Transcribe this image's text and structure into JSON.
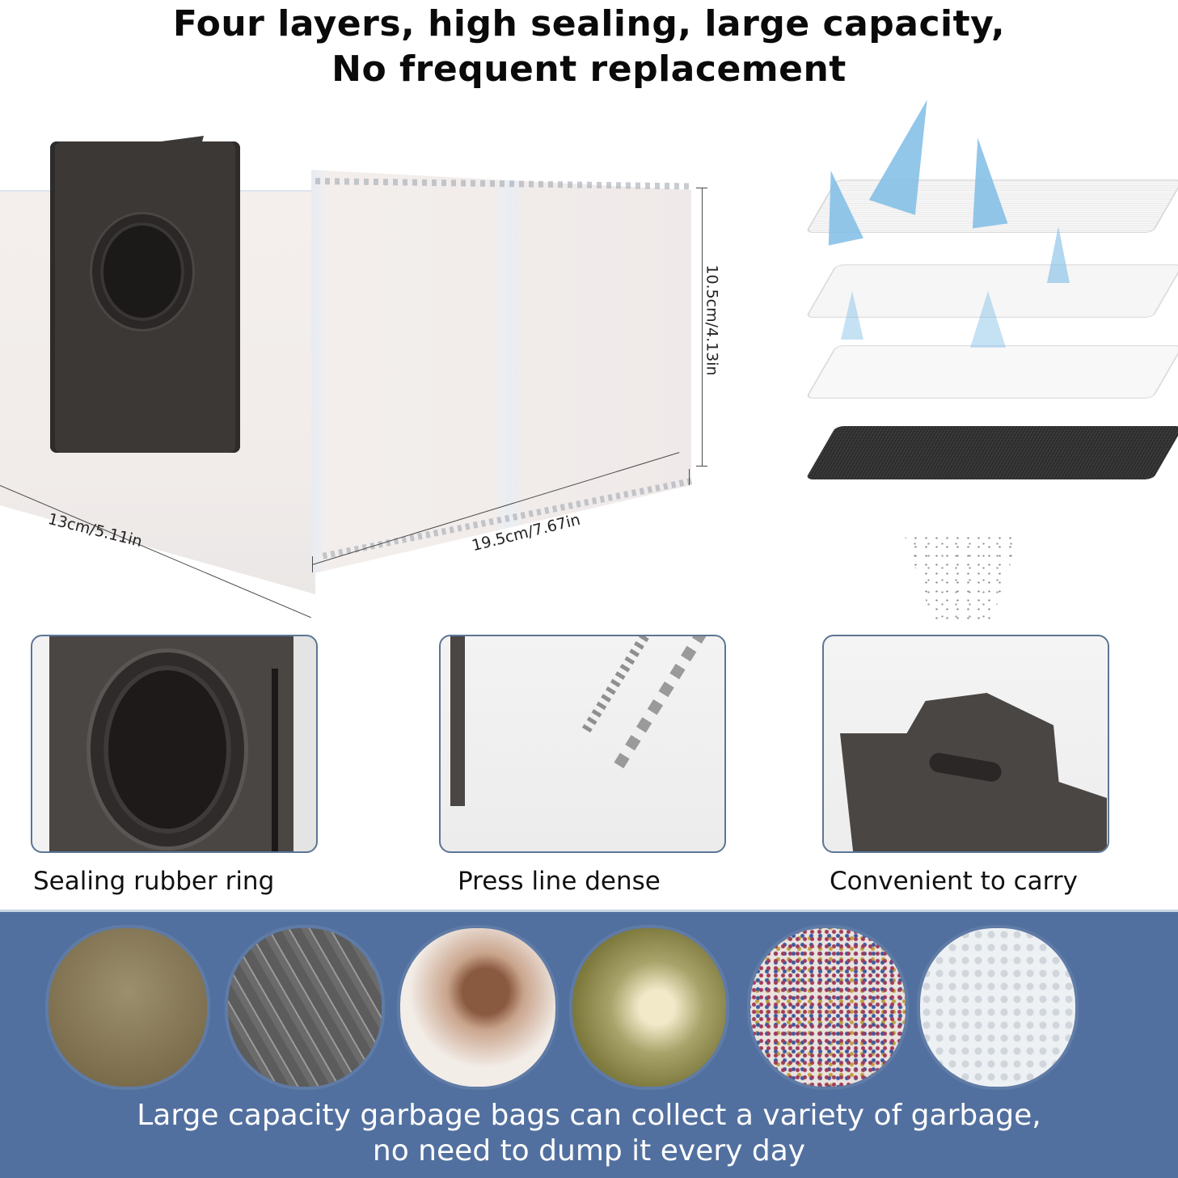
{
  "headline": {
    "line1": "Four layers, high sealing, large capacity,",
    "line2": "No frequent replacement"
  },
  "dimensions": {
    "depth": "13cm/5.11in",
    "width": "19.5cm/7.67in",
    "height": "10.5cm/4.13in"
  },
  "filter_layers": {
    "count": 4,
    "layers": [
      "white filter layer 1",
      "white filter layer 2",
      "white filter layer 3",
      "black filter layer"
    ]
  },
  "features": [
    {
      "label": "Sealing rubber ring"
    },
    {
      "label": "Press line dense"
    },
    {
      "label": "Convenient to carry"
    }
  ],
  "garbage_types": [
    {
      "name": "dust"
    },
    {
      "name": "glass shards"
    },
    {
      "name": "hair"
    },
    {
      "name": "pollen / plant debris"
    },
    {
      "name": "confetti / debris"
    },
    {
      "name": "particles / granules"
    }
  ],
  "band": {
    "line1": "Large capacity garbage bags can collect a variety of garbage,",
    "line2": "no need to dump it every day"
  },
  "colors": {
    "band_blue": "#52709f",
    "panel_border": "#5c7596",
    "collar_dark": "#3b3836",
    "airflow_blue": "#7fbde6"
  }
}
